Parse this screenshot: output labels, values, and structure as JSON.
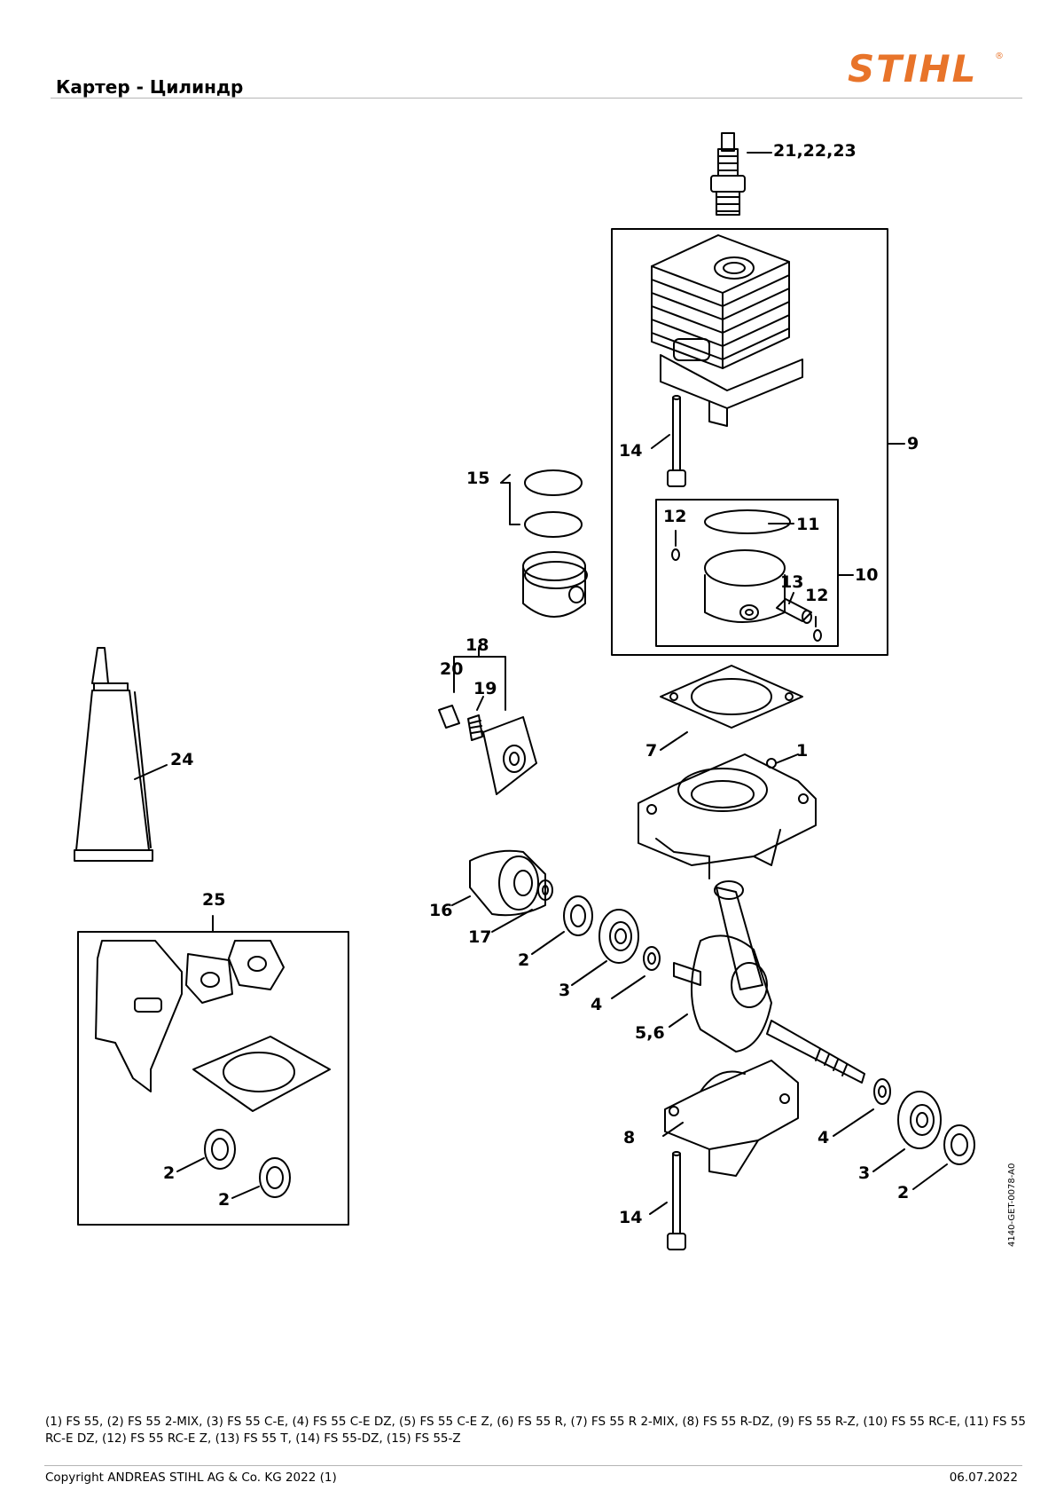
{
  "header": {
    "title": "Картер - Цилиндр",
    "logo_text": "STIHL",
    "brand_color": "#e8742a"
  },
  "diagram": {
    "drawing_code": "4140-GET-0078-A0",
    "callouts": [
      "21,22,23",
      "9",
      "14",
      "15",
      "12",
      "11",
      "10",
      "13",
      "12",
      "18",
      "20",
      "19",
      "7",
      "1",
      "24",
      "16",
      "17",
      "2",
      "3",
      "4",
      "5,6",
      "25",
      "2",
      "2",
      "8",
      "4",
      "3",
      "2",
      "14"
    ]
  },
  "footer": {
    "models": "(1) FS 55, (2) FS 55 2-MIX, (3) FS 55 C-E, (4) FS 55 C-E DZ, (5) FS 55 C-E Z, (6) FS 55 R, (7) FS 55 R 2-MIX, (8) FS 55 R-DZ, (9) FS 55 R-Z, (10) FS 55 RC-E, (11) FS 55 RC-E DZ, (12) FS 55 RC-E Z, (13) FS 55 T, (14) FS 55-DZ, (15) FS 55-Z",
    "copyright": "Copyright ANDREAS STIHL AG & Co. KG 2022 (1)",
    "date": "06.07.2022"
  }
}
